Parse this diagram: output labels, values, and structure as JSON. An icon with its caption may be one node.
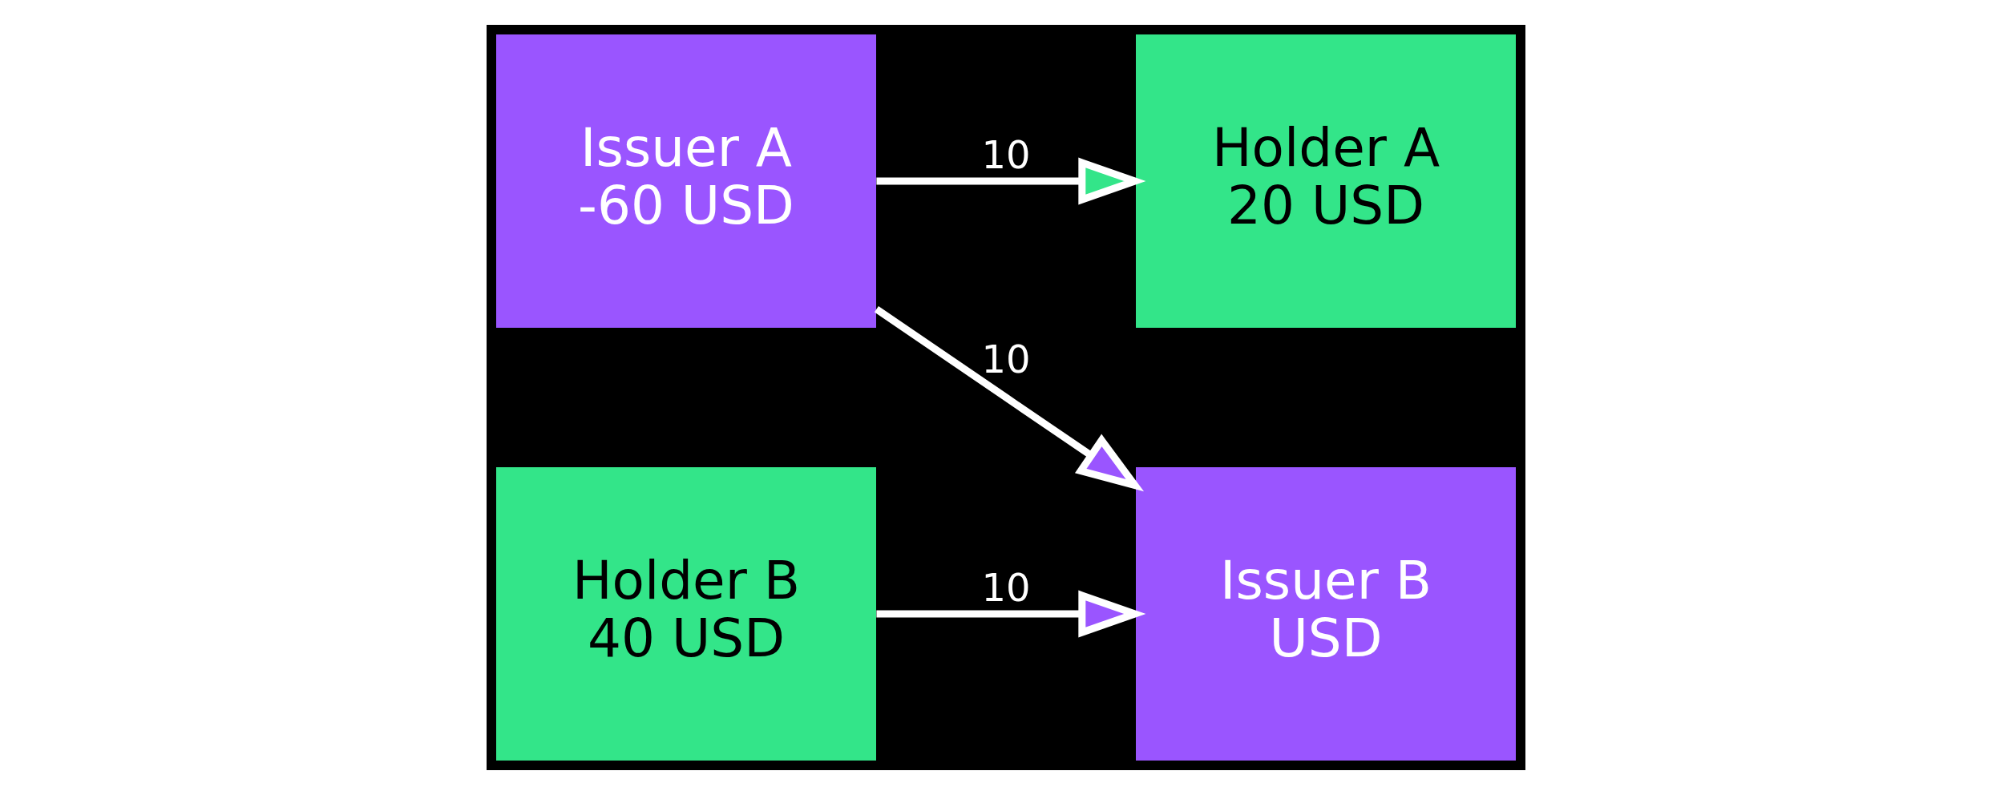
{
  "diagram": {
    "nodes": [
      {
        "text": [
          "Holder A",
          "20 USD"
        ]
      },
      {
        "text": [
          "Issuer A",
          "-60 USD"
        ]
      },
      {
        "text": [
          "Issuer B",
          "USD"
        ]
      },
      {
        "text": [
          "Holder B",
          "40 USD"
        ]
      }
    ],
    "edges": [
      {
        "from": 1,
        "to": 0,
        "arrow": "to",
        "label": "10"
      },
      {
        "from": 1,
        "to": 2,
        "arrow": "to",
        "label": "10"
      },
      {
        "from": 3,
        "to": 2,
        "arrow": "to",
        "label": "10"
      }
    ]
  }
}
